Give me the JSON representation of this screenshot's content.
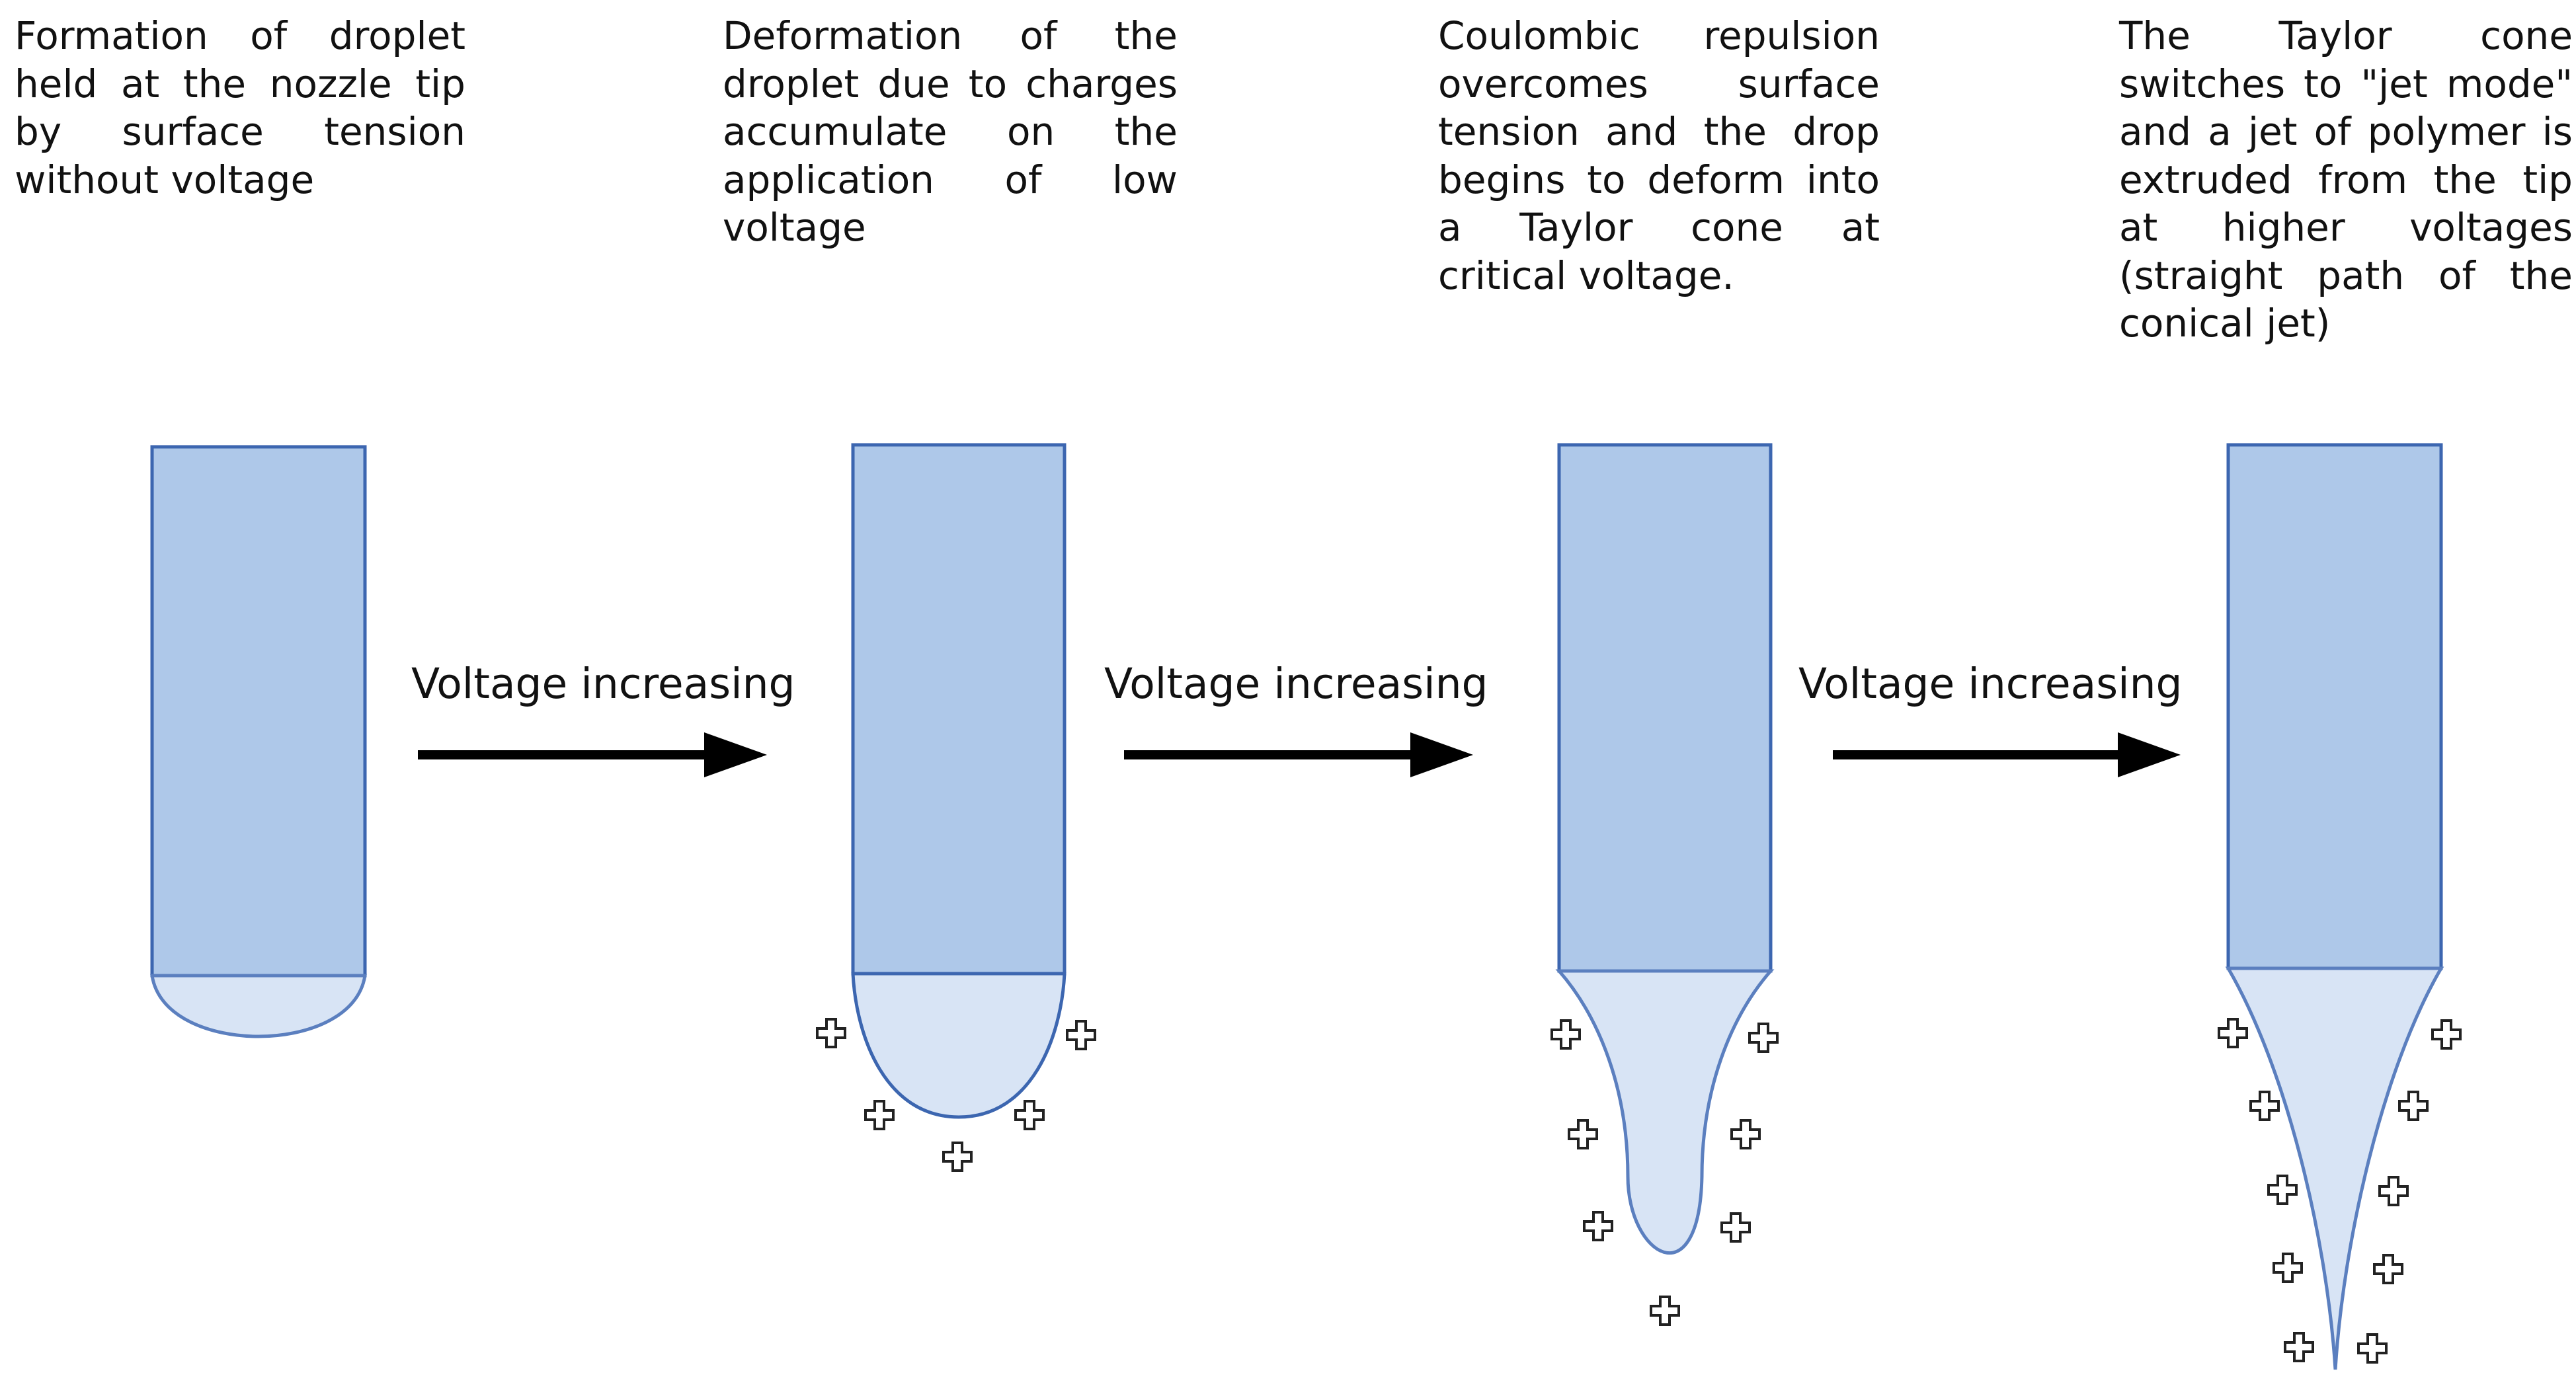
{
  "stages": [
    {
      "caption": "Formation of droplet held at the nozzle tip by surface tension without voltage"
    },
    {
      "caption": "Deformation of the droplet due to charges accumulate on the application of low voltage"
    },
    {
      "caption": "Coulombic repulsion overcomes surface tension and the drop begins to deform into a Taylor cone at critical voltage."
    },
    {
      "caption": "The Taylor cone switches to \"jet mode\" and a jet of polymer is extruded from the tip at higher voltages (straight path of the conical jet)"
    }
  ],
  "arrows": [
    {
      "label": "Voltage increasing"
    },
    {
      "label": "Voltage increasing"
    },
    {
      "label": "Voltage increasing"
    }
  ],
  "colors": {
    "nozzle_fill": "#aec8e9",
    "nozzle_stroke": "#3c66b0",
    "droplet_fill": "#d8e4f5",
    "droplet_stroke": "#5b7fbf",
    "arrow": "#000000",
    "charge_symbol_stroke": "#222222"
  },
  "icons": {
    "charge": "plus-sign-outline",
    "arrow": "right-arrow"
  }
}
